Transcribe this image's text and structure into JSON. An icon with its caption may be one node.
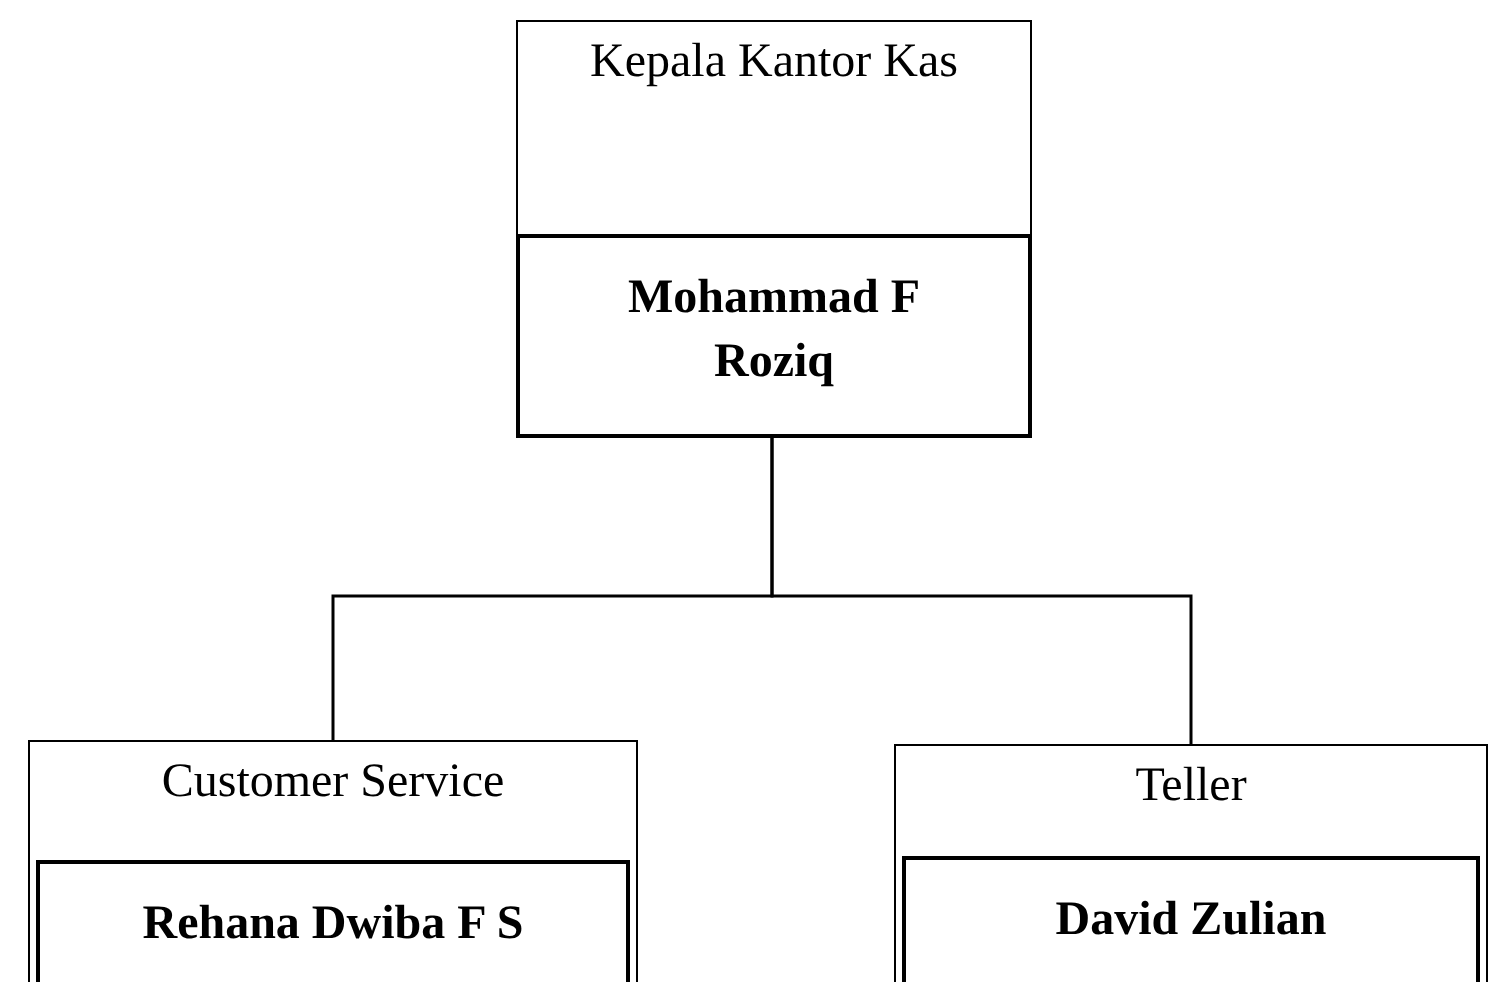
{
  "diagram": {
    "nodes": [
      {
        "text": [
          "Kepala Kantor Kas"
        ]
      },
      {
        "text": [
          "Mohammad F Roziq"
        ],
        "in": 0
      },
      {
        "text": [
          "Customer Service"
        ]
      },
      {
        "text": [
          "Rehana Dwiba F S"
        ],
        "in": 2
      },
      {
        "text": [
          "Teller"
        ]
      },
      {
        "text": [
          "David Zulian"
        ],
        "in": 4
      }
    ],
    "edges": [
      {
        "from": 1,
        "to": 2,
        "arrow": "none"
      },
      {
        "from": 1,
        "to": 4,
        "arrow": "none"
      }
    ]
  }
}
